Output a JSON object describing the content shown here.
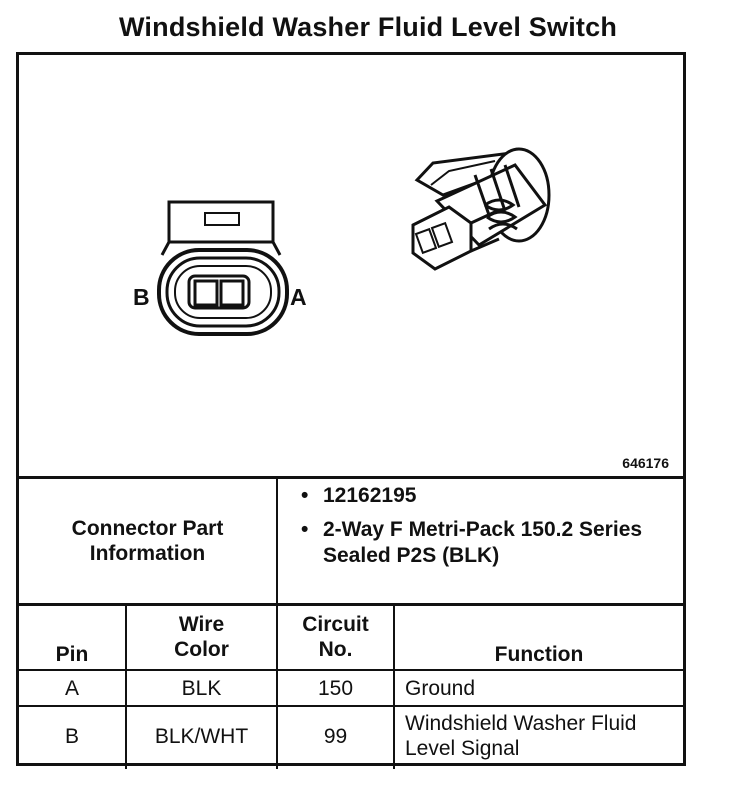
{
  "title": "Windshield Washer Fluid Level Switch",
  "figure": {
    "number": "646176",
    "pin_labels": {
      "left": "B",
      "right": "A"
    }
  },
  "connector_info": {
    "label": "Connector Part Information",
    "items": [
      "12162195",
      "2-Way F Metri-Pack 150.2 Series Sealed P2S (BLK)"
    ]
  },
  "table": {
    "headers": {
      "pin": "Pin",
      "wire_color": "Wire Color",
      "circuit": "Circuit No.",
      "function": "Function"
    },
    "rows": [
      {
        "pin": "A",
        "wire_color": "BLK",
        "circuit": "150",
        "function": "Ground"
      },
      {
        "pin": "B",
        "wire_color": "BLK/WHT",
        "circuit": "99",
        "function": "Windshield Washer Fluid Level Signal"
      }
    ]
  }
}
